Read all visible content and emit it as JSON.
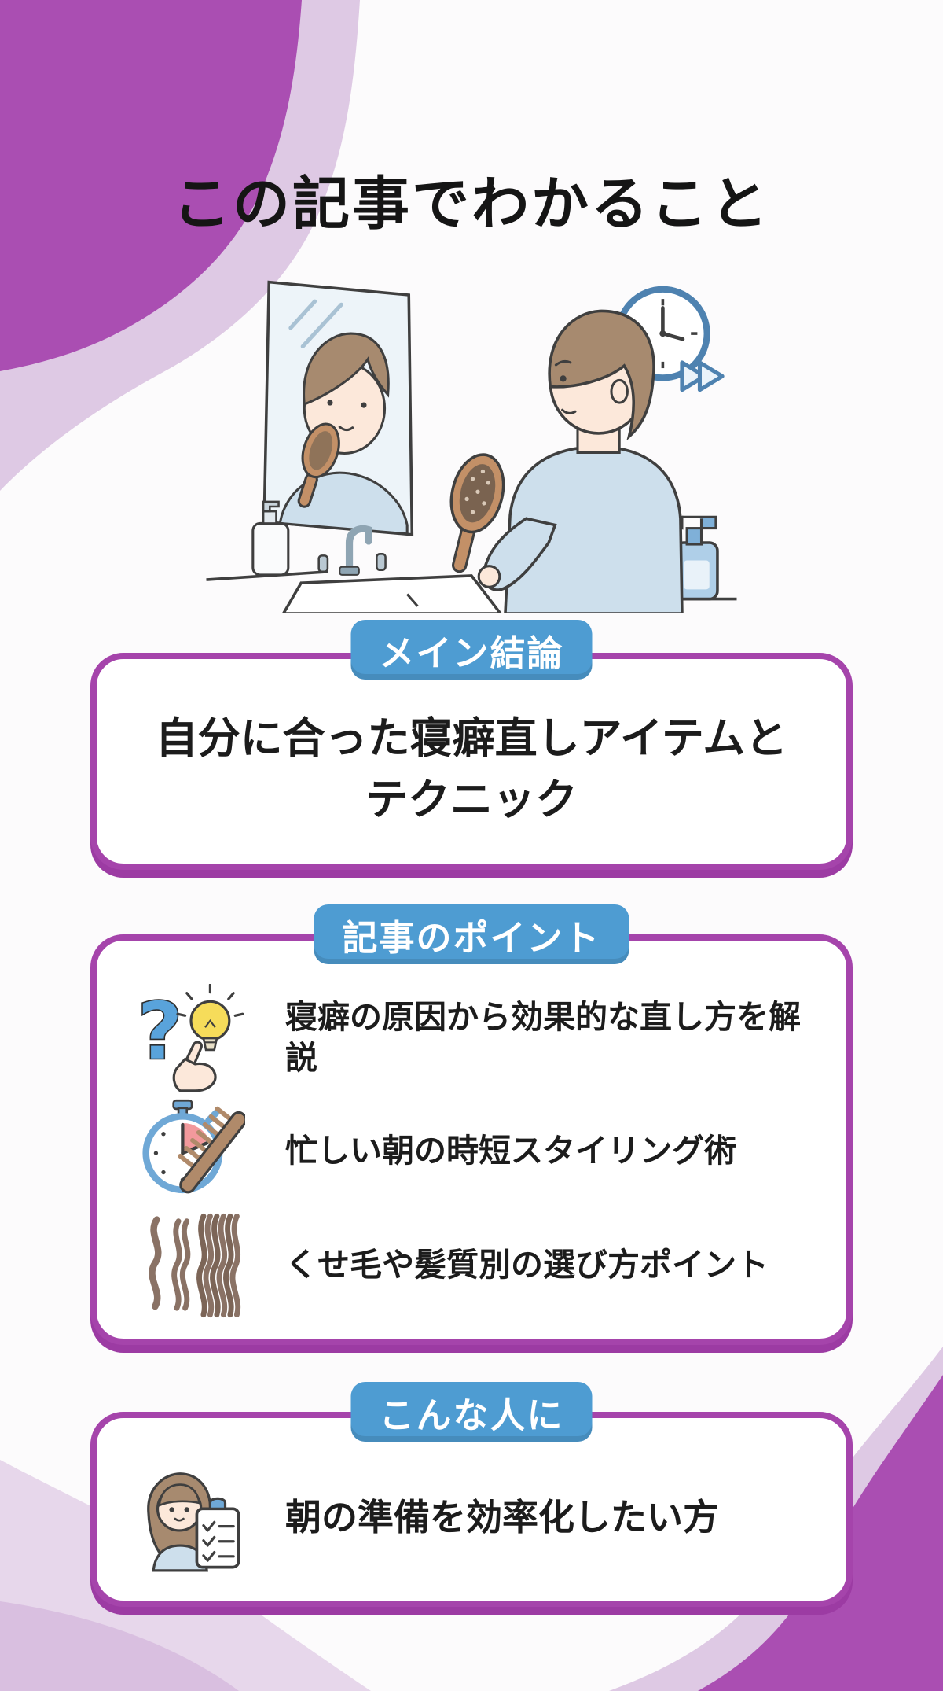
{
  "page": {
    "title": "この記事でわかること"
  },
  "colors": {
    "accent_purple_border": "#A544AB",
    "badge_blue": "#4E9CD2",
    "blob_purple_dark": "#AA4EB2",
    "blob_lavender": "#DEC9E4",
    "blob_lavender_pale": "#E7D7EB",
    "text_black": "#1C1C1C"
  },
  "sections": {
    "conclusion": {
      "badge_label": "メイン結論",
      "lines": [
        "自分に合った寝癖直しアイテムと",
        "テクニック"
      ]
    },
    "points": {
      "badge_label": "記事のポイント",
      "items": [
        {
          "icon": "question-lightbulb-icon",
          "text": "寝癖の原因から効果的な直し方を解説"
        },
        {
          "icon": "stopwatch-comb-icon",
          "text": "忙しい朝の時短スタイリング術"
        },
        {
          "icon": "wavy-hair-strands-icon",
          "text": "くせ毛や髪質別の選び方ポイント"
        }
      ]
    },
    "audience": {
      "badge_label": "こんな人に",
      "items": [
        {
          "icon": "woman-checklist-icon",
          "text": "朝の準備を効率化したい方"
        }
      ]
    }
  },
  "illustration": {
    "icons": [
      "mirror-icon",
      "man-with-hairbrush-icon",
      "clock-fast-forward-icon",
      "spray-bottle-icon",
      "sink-icon"
    ]
  }
}
